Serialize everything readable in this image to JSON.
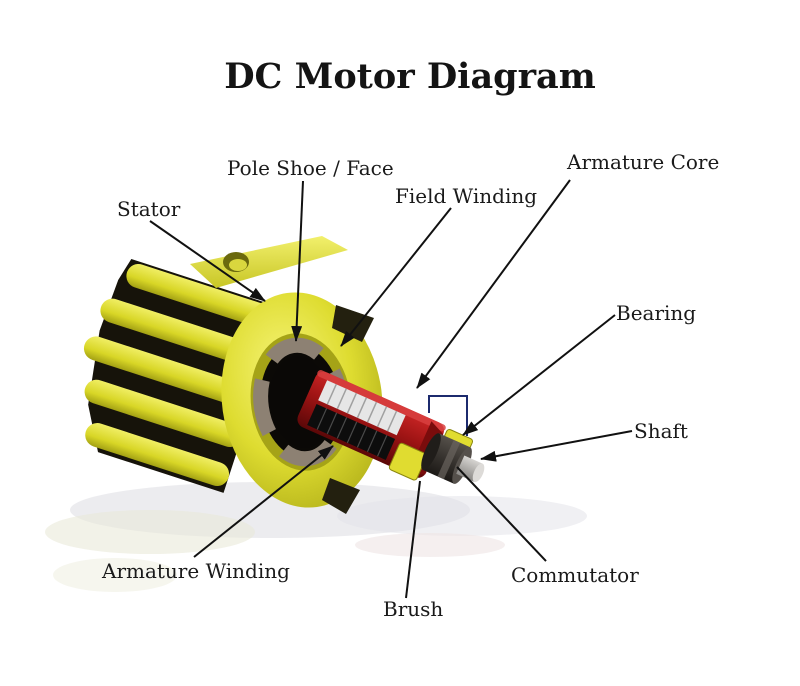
{
  "title": "DC Motor Diagram",
  "parts": {
    "stator": "Stator",
    "pole_shoe": "Pole Shoe / Face",
    "field_winding": "Field Winding",
    "armature_core": "Armature Core",
    "bearing": "Bearing",
    "shaft": "Shaft",
    "armature_winding": "Armature Winding",
    "brush": "Brush",
    "commutator": "Commutator"
  },
  "colors": {
    "stator_body": "#e0de2c",
    "fin_groove_dark": "#16130a",
    "armature_housing": "#9e1414",
    "armature_core_laminations": "#e6e6e6",
    "winding_slots": "#0d0d0d",
    "pole_shoe_gray": "#8d8173",
    "commutator": "#37332f",
    "shaft": "#b5b3b0",
    "brush_holder_yellow": "#e0dc30",
    "lead_wire": "#1c2a6d",
    "arrows": "#111111",
    "background": "#ffffff"
  }
}
